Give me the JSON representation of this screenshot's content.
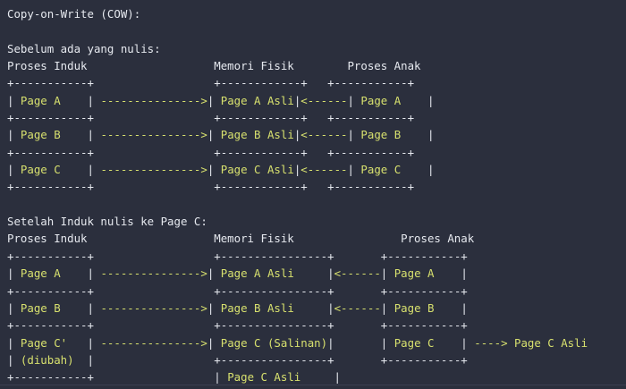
{
  "theme": {
    "background": "#2b2f3d",
    "plain_text": "#e6e9ef",
    "highlight_text": "#d7e06e"
  },
  "document": {
    "title": "Copy-on-Write (COW):",
    "sections": [
      {
        "heading": "Sebelum ada yang nulis:",
        "column_headers": [
          "Proses Induk",
          "Memori Fisik",
          "Proses Anak"
        ],
        "rows": [
          {
            "parent": "Page A",
            "arrow_left": "--------------->",
            "physical": "Page A Asli",
            "arrow_right": "<------",
            "child": "Page A"
          },
          {
            "parent": "Page B",
            "arrow_left": "--------------->",
            "physical": "Page B Asli",
            "arrow_right": "<------",
            "child": "Page B"
          },
          {
            "parent": "Page C",
            "arrow_left": "--------------->",
            "physical": "Page C Asli",
            "arrow_right": "<------",
            "child": "Page C"
          }
        ]
      },
      {
        "heading": "Setelah Induk nulis ke Page C:",
        "column_headers": [
          "Proses Induk",
          "Memori Fisik",
          "Proses Anak"
        ],
        "rows": [
          {
            "parent": "Page A",
            "arrow_left": "--------------->",
            "physical": "Page A Asli",
            "arrow_right": "<------",
            "child": "Page A"
          },
          {
            "parent": "Page B",
            "arrow_left": "--------------->",
            "physical": "Page B Asli",
            "arrow_right": "<------",
            "child": "Page B"
          },
          {
            "parent": "Page C'",
            "parent_line2": "(diubah)",
            "arrow_left": "--------------->",
            "physical": "Page C (Salinan)",
            "physical_extra": "Page C Asli",
            "child": "Page C",
            "child_note_arrow": "---->",
            "child_note": "Page C Asli"
          }
        ]
      }
    ]
  },
  "lines": [
    {
      "id": "line-01",
      "segments": [
        {
          "t": "Copy-on-Write (COW):",
          "c": "pl"
        }
      ]
    },
    {
      "id": "line-02",
      "segments": []
    },
    {
      "id": "line-03",
      "segments": [
        {
          "t": "Sebelum ada yang nulis:",
          "c": "pl"
        }
      ]
    },
    {
      "id": "line-04",
      "segments": [
        {
          "t": "Proses Induk                   Memori Fisik        Proses Anak",
          "c": "pl"
        }
      ]
    },
    {
      "id": "line-05",
      "segments": [
        {
          "t": "+-----------+",
          "c": "pl"
        },
        {
          "t": "                  ",
          "c": "pl"
        },
        {
          "t": "+------------+",
          "c": "pl"
        },
        {
          "t": "   ",
          "c": "pl"
        },
        {
          "t": "+-----------+",
          "c": "pl"
        }
      ]
    },
    {
      "id": "line-06",
      "segments": [
        {
          "t": "| ",
          "c": "pl"
        },
        {
          "t": "Page A",
          "c": "hl"
        },
        {
          "t": "    |",
          "c": "pl"
        },
        {
          "t": " ",
          "c": "pl"
        },
        {
          "t": "--------------->",
          "c": "hl"
        },
        {
          "t": "| ",
          "c": "pl"
        },
        {
          "t": "Page A Asli",
          "c": "hl"
        },
        {
          "t": "|",
          "c": "pl"
        },
        {
          "t": "<------",
          "c": "hl"
        },
        {
          "t": "| ",
          "c": "pl"
        },
        {
          "t": "Page A",
          "c": "hl"
        },
        {
          "t": "    |",
          "c": "pl"
        }
      ]
    },
    {
      "id": "line-07",
      "segments": [
        {
          "t": "+-----------+",
          "c": "pl"
        },
        {
          "t": "                  ",
          "c": "pl"
        },
        {
          "t": "+------------+",
          "c": "pl"
        },
        {
          "t": "   ",
          "c": "pl"
        },
        {
          "t": "+-----------+",
          "c": "pl"
        }
      ]
    },
    {
      "id": "line-08",
      "segments": [
        {
          "t": "| ",
          "c": "pl"
        },
        {
          "t": "Page B",
          "c": "hl"
        },
        {
          "t": "    |",
          "c": "pl"
        },
        {
          "t": " ",
          "c": "pl"
        },
        {
          "t": "--------------->",
          "c": "hl"
        },
        {
          "t": "| ",
          "c": "pl"
        },
        {
          "t": "Page B Asli",
          "c": "hl"
        },
        {
          "t": "|",
          "c": "pl"
        },
        {
          "t": "<------",
          "c": "hl"
        },
        {
          "t": "| ",
          "c": "pl"
        },
        {
          "t": "Page B",
          "c": "hl"
        },
        {
          "t": "    |",
          "c": "pl"
        }
      ]
    },
    {
      "id": "line-09",
      "segments": [
        {
          "t": "+-----------+",
          "c": "pl"
        },
        {
          "t": "                  ",
          "c": "pl"
        },
        {
          "t": "+------------+",
          "c": "pl"
        },
        {
          "t": "   ",
          "c": "pl"
        },
        {
          "t": "+-----------+",
          "c": "pl"
        }
      ]
    },
    {
      "id": "line-10",
      "segments": [
        {
          "t": "| ",
          "c": "pl"
        },
        {
          "t": "Page C",
          "c": "hl"
        },
        {
          "t": "    |",
          "c": "pl"
        },
        {
          "t": " ",
          "c": "pl"
        },
        {
          "t": "--------------->",
          "c": "hl"
        },
        {
          "t": "| ",
          "c": "pl"
        },
        {
          "t": "Page C Asli",
          "c": "hl"
        },
        {
          "t": "|",
          "c": "pl"
        },
        {
          "t": "<------",
          "c": "hl"
        },
        {
          "t": "| ",
          "c": "pl"
        },
        {
          "t": "Page C",
          "c": "hl"
        },
        {
          "t": "    |",
          "c": "pl"
        }
      ]
    },
    {
      "id": "line-11",
      "segments": [
        {
          "t": "+-----------+",
          "c": "pl"
        },
        {
          "t": "                  ",
          "c": "pl"
        },
        {
          "t": "+------------+",
          "c": "pl"
        },
        {
          "t": "   ",
          "c": "pl"
        },
        {
          "t": "+-----------+",
          "c": "pl"
        }
      ]
    },
    {
      "id": "line-12",
      "segments": []
    },
    {
      "id": "line-13",
      "segments": [
        {
          "t": "Setelah Induk nulis ke Page C:",
          "c": "pl"
        }
      ]
    },
    {
      "id": "line-14",
      "segments": [
        {
          "t": "Proses Induk                   Memori Fisik                Proses Anak",
          "c": "pl"
        }
      ]
    },
    {
      "id": "line-15",
      "segments": [
        {
          "t": "+-----------+",
          "c": "pl"
        },
        {
          "t": "                  ",
          "c": "pl"
        },
        {
          "t": "+----------------+",
          "c": "pl"
        },
        {
          "t": "       ",
          "c": "pl"
        },
        {
          "t": "+-----------+",
          "c": "pl"
        }
      ]
    },
    {
      "id": "line-16",
      "segments": [
        {
          "t": "| ",
          "c": "pl"
        },
        {
          "t": "Page A",
          "c": "hl"
        },
        {
          "t": "    |",
          "c": "pl"
        },
        {
          "t": " ",
          "c": "pl"
        },
        {
          "t": "--------------->",
          "c": "hl"
        },
        {
          "t": "| ",
          "c": "pl"
        },
        {
          "t": "Page A Asli",
          "c": "hl"
        },
        {
          "t": "     |",
          "c": "pl"
        },
        {
          "t": "<------",
          "c": "hl"
        },
        {
          "t": "| ",
          "c": "pl"
        },
        {
          "t": "Page A",
          "c": "hl"
        },
        {
          "t": "    |",
          "c": "pl"
        }
      ]
    },
    {
      "id": "line-17",
      "segments": [
        {
          "t": "+-----------+",
          "c": "pl"
        },
        {
          "t": "                  ",
          "c": "pl"
        },
        {
          "t": "+----------------+",
          "c": "pl"
        },
        {
          "t": "       ",
          "c": "pl"
        },
        {
          "t": "+-----------+",
          "c": "pl"
        }
      ]
    },
    {
      "id": "line-18",
      "segments": [
        {
          "t": "| ",
          "c": "pl"
        },
        {
          "t": "Page B",
          "c": "hl"
        },
        {
          "t": "    |",
          "c": "pl"
        },
        {
          "t": " ",
          "c": "pl"
        },
        {
          "t": "--------------->",
          "c": "hl"
        },
        {
          "t": "| ",
          "c": "pl"
        },
        {
          "t": "Page B Asli",
          "c": "hl"
        },
        {
          "t": "     |",
          "c": "pl"
        },
        {
          "t": "<------",
          "c": "hl"
        },
        {
          "t": "| ",
          "c": "pl"
        },
        {
          "t": "Page B",
          "c": "hl"
        },
        {
          "t": "    |",
          "c": "pl"
        }
      ]
    },
    {
      "id": "line-19",
      "segments": [
        {
          "t": "+-----------+",
          "c": "pl"
        },
        {
          "t": "                  ",
          "c": "pl"
        },
        {
          "t": "+----------------+",
          "c": "pl"
        },
        {
          "t": "       ",
          "c": "pl"
        },
        {
          "t": "+-----------+",
          "c": "pl"
        }
      ]
    },
    {
      "id": "line-20",
      "segments": [
        {
          "t": "| ",
          "c": "pl"
        },
        {
          "t": "Page C'",
          "c": "hl"
        },
        {
          "t": "   |",
          "c": "pl"
        },
        {
          "t": " ",
          "c": "pl"
        },
        {
          "t": "--------------->",
          "c": "hl"
        },
        {
          "t": "| ",
          "c": "pl"
        },
        {
          "t": "Page C (Salinan)",
          "c": "hl"
        },
        {
          "t": "|",
          "c": "pl"
        },
        {
          "t": "       ",
          "c": "pl"
        },
        {
          "t": "| ",
          "c": "pl"
        },
        {
          "t": "Page C",
          "c": "hl"
        },
        {
          "t": "    |",
          "c": "pl"
        },
        {
          "t": " ",
          "c": "pl"
        },
        {
          "t": "----> Page C Asli",
          "c": "hl"
        }
      ]
    },
    {
      "id": "line-21",
      "segments": [
        {
          "t": "| ",
          "c": "pl"
        },
        {
          "t": "(diubah)",
          "c": "hl"
        },
        {
          "t": "  |",
          "c": "pl"
        },
        {
          "t": "                  ",
          "c": "pl"
        },
        {
          "t": "+----------------+",
          "c": "pl"
        },
        {
          "t": "       ",
          "c": "pl"
        },
        {
          "t": "+-----------+",
          "c": "pl"
        }
      ]
    },
    {
      "id": "line-22",
      "segments": [
        {
          "t": "+-----------+",
          "c": "pl"
        },
        {
          "t": "                  ",
          "c": "pl"
        },
        {
          "t": "| ",
          "c": "pl"
        },
        {
          "t": "Page C Asli",
          "c": "hl"
        },
        {
          "t": "     |",
          "c": "pl"
        }
      ]
    },
    {
      "id": "line-23",
      "segments": [
        {
          "t": "             ",
          "c": "pl"
        },
        {
          "t": "                  ",
          "c": "pl"
        },
        {
          "t": "+----------------+",
          "c": "pl"
        }
      ]
    }
  ]
}
